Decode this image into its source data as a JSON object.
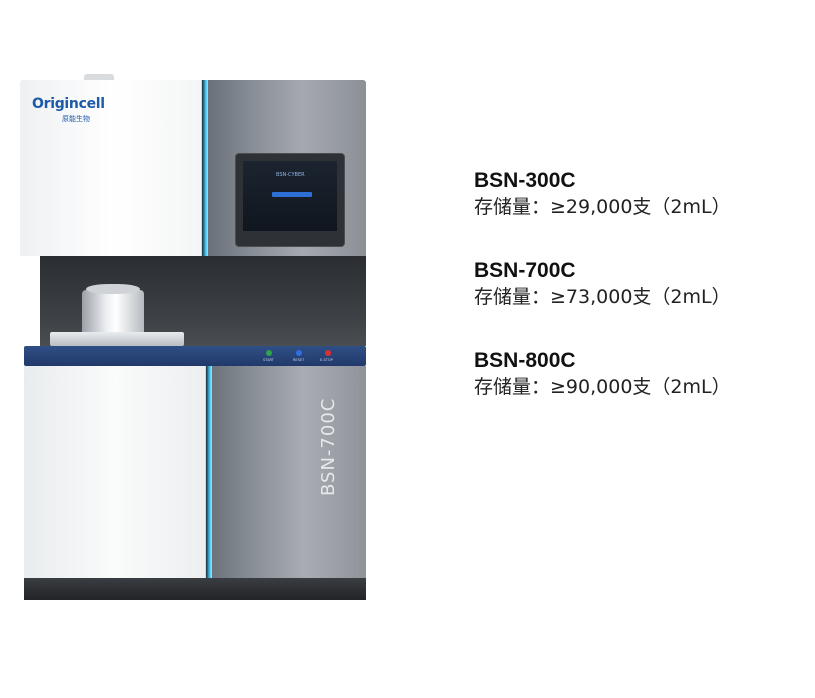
{
  "machine": {
    "brand": "Origincell",
    "brand_subtitle": "原能生物",
    "vertical_model": "BSN-700C",
    "screen_title": "BSN-CYBER",
    "buttons": [
      {
        "label": "START",
        "color": "#2ea44f"
      },
      {
        "label": "RESET",
        "color": "#2f6fe0"
      },
      {
        "label": "E-STOP",
        "color": "#e03131"
      }
    ]
  },
  "models": [
    {
      "name": "BSN-300C",
      "capacity": "存储量：≥29,000支（2mL）"
    },
    {
      "name": "BSN-700C",
      "capacity": "存储量：≥73,000支（2mL）"
    },
    {
      "name": "BSN-800C",
      "capacity": "存储量：≥90,000支（2mL）"
    }
  ]
}
